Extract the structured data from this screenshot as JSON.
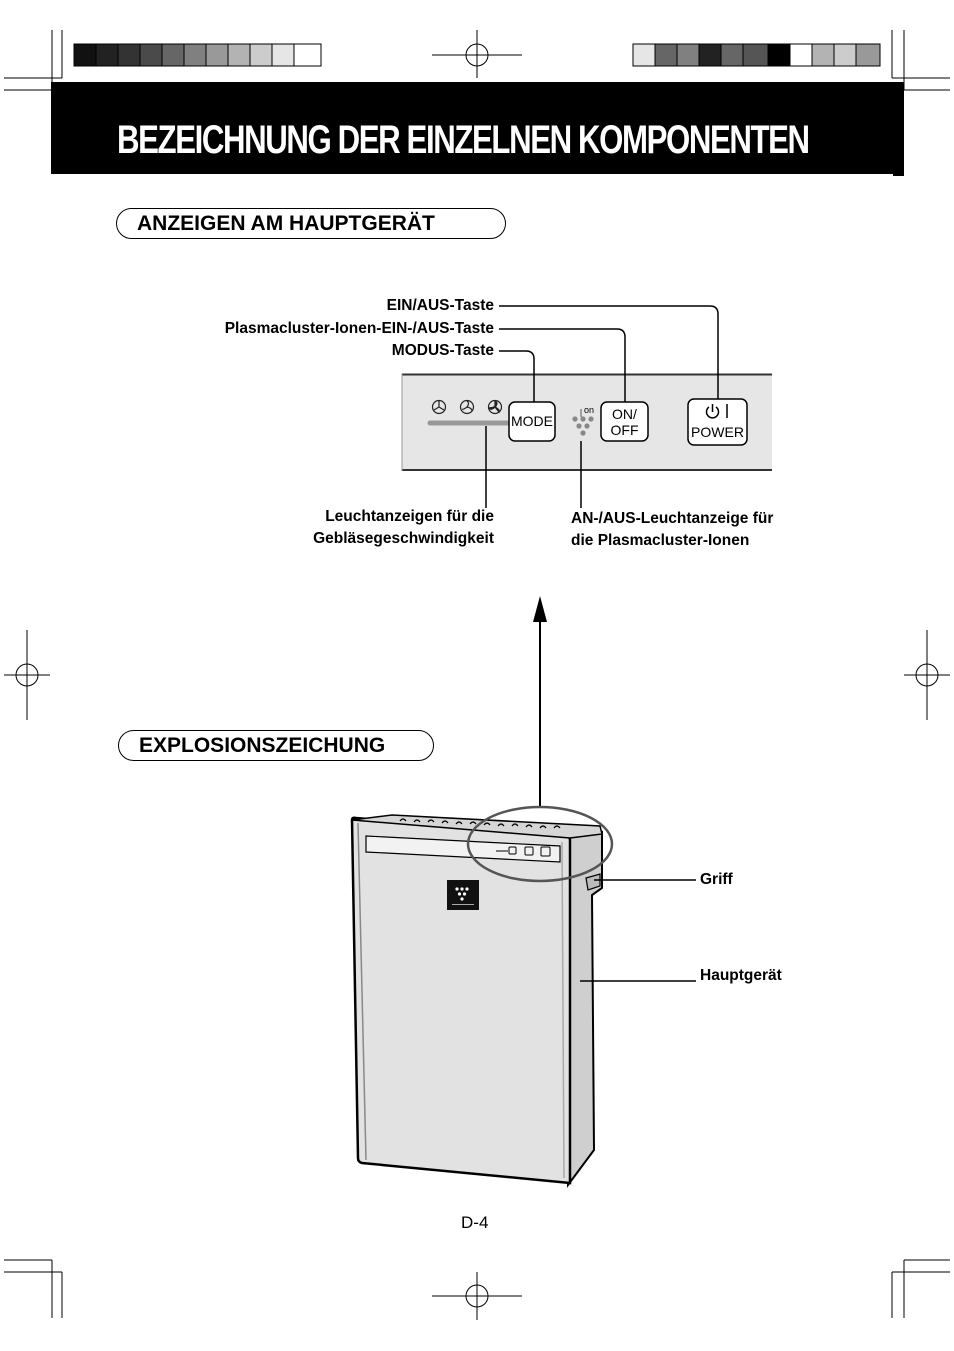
{
  "header": {
    "title": "BEZEICHNUNG DER EINZELNEN KOMPONENTEN"
  },
  "sections": {
    "display": "ANZEIGEN AM HAUPTGERÄT",
    "exploded": "EXPLOSIONSZEICHUNG"
  },
  "labels": {
    "power_button": "EIN/AUS-Taste",
    "plasmacluster_button": "Plasmacluster-Ionen-EIN-/AUS-Taste",
    "mode_button": "MODUS-Taste",
    "fan_speed_1": "Leuchtanzeigen für die",
    "fan_speed_2": "Gebläsegeschwindigkeit",
    "ion_light_1": "AN-/AUS-Leuchtanzeige für",
    "ion_light_2": "die Plasmacluster-Ionen",
    "handle": "Griff",
    "main_unit": "Hauptgerät"
  },
  "panel": {
    "mode": "MODE",
    "on": "ON/",
    "off": "OFF",
    "power": "POWER",
    "ion": "on"
  },
  "page_number": "D-4",
  "colors": {
    "banner": "#000000",
    "panel": "#e6e6e6",
    "unit": "#e2e2e2"
  }
}
